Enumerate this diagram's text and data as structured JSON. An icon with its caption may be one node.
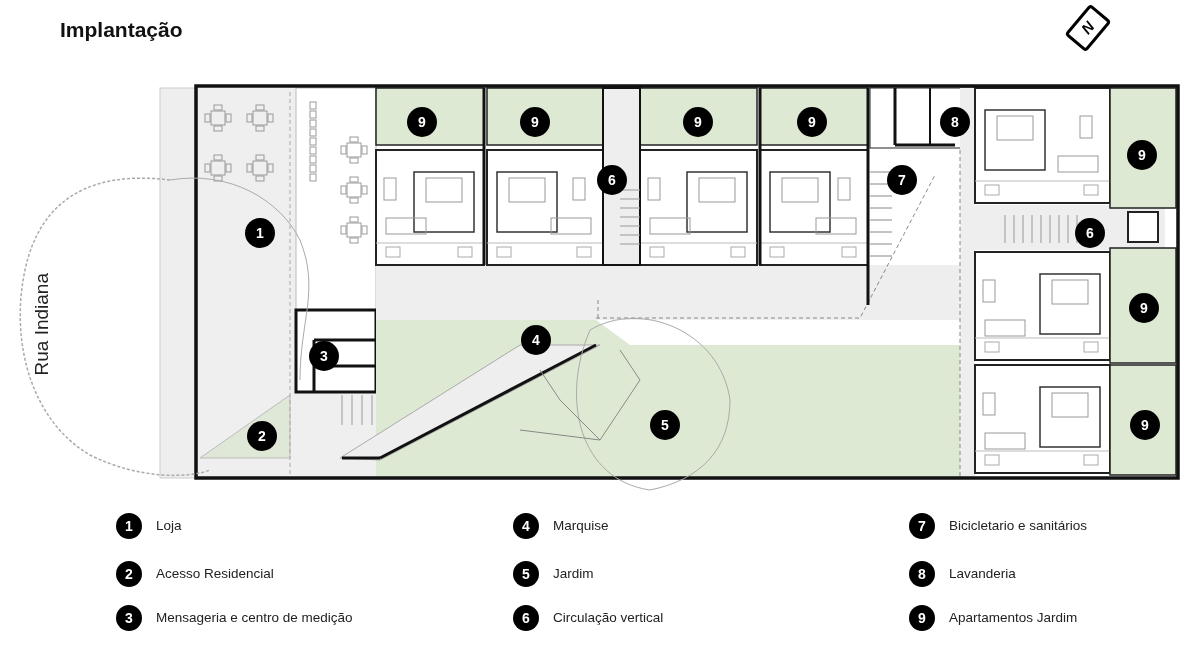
{
  "diagram": {
    "title": "Implantação",
    "nodes": [
      {
        "text": [
          "9"
        ]
      },
      {
        "text": [
          "9"
        ]
      },
      {
        "text": [
          "9"
        ]
      },
      {
        "text": [
          "9"
        ]
      },
      {
        "text": [
          "8"
        ]
      },
      {
        "text": [
          "9"
        ]
      },
      {
        "text": [
          "6"
        ]
      },
      {
        "text": [
          "7"
        ]
      },
      {
        "text": [
          "1"
        ]
      },
      {
        "text": [
          "6"
        ]
      },
      {
        "text": [
          "9"
        ]
      },
      {
        "text": [
          "4"
        ]
      },
      {
        "text": [
          "3"
        ]
      },
      {
        "text": [
          "5"
        ]
      },
      {
        "text": [
          "9"
        ]
      },
      {
        "text": [
          "2"
        ]
      },
      {
        "text": [
          "1"
        ],
        "beside": [
          "Loja"
        ]
      },
      {
        "text": [
          "4"
        ],
        "beside": [
          "Marquise"
        ]
      },
      {
        "text": [
          "7"
        ],
        "beside": [
          "Bicicletario e sanitários"
        ]
      },
      {
        "text": [
          "2"
        ],
        "beside": [
          "Acesso Residencial"
        ]
      },
      {
        "text": [
          "5"
        ],
        "beside": [
          "Jardim"
        ]
      },
      {
        "text": [
          "8"
        ],
        "beside": [
          "Lavanderia"
        ]
      },
      {
        "text": [
          "3"
        ],
        "beside": [
          "Mensageria e centro de medição"
        ]
      },
      {
        "text": [
          "6"
        ],
        "beside": [
          "Circulação vertical"
        ]
      },
      {
        "text": [
          "9"
        ],
        "beside": [
          "Apartamentos Jardim"
        ]
      }
    ],
    "labels": [
      "N",
      "Rua Indiana"
    ]
  }
}
